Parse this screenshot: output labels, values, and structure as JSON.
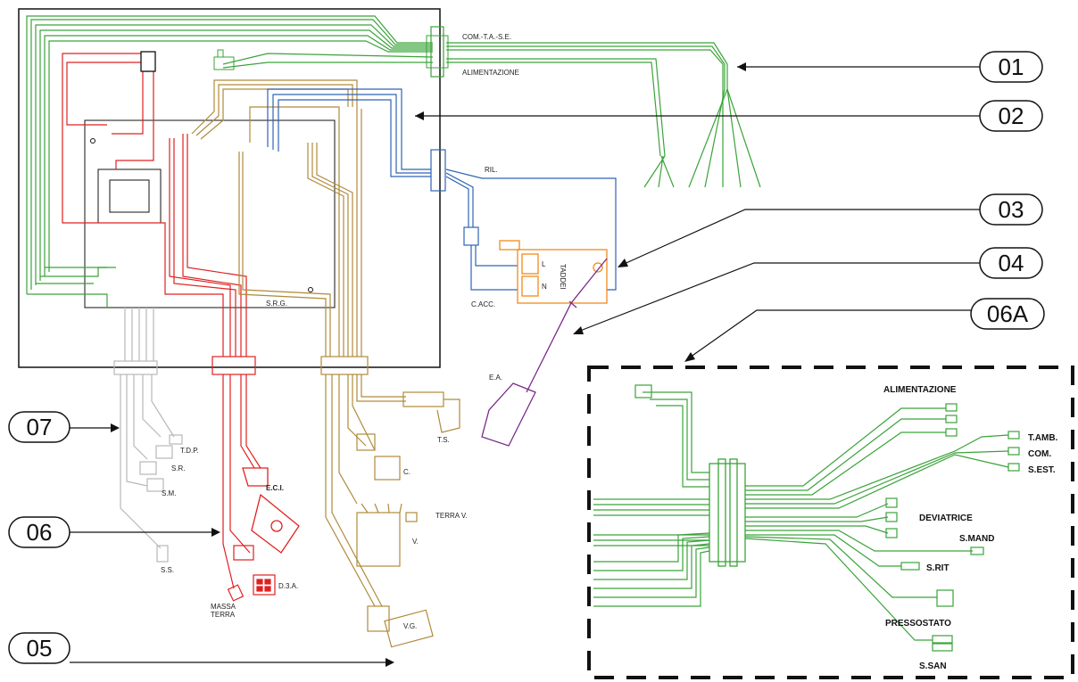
{
  "callouts": {
    "c01": "01",
    "c02": "02",
    "c03": "03",
    "c04": "04",
    "c06a": "06A",
    "c07": "07",
    "c06": "06",
    "c05": "05"
  },
  "labels": {
    "com_ta_se": "COM.-T.A.-S.E.",
    "alimentazione_top": "ALIMENTAZIONE",
    "ril": "RIL.",
    "c_acc": "C.ACC.",
    "srg": "S.R.G.",
    "ea": "E.A.",
    "ts": "T.S.",
    "c": "C.",
    "terra_v": "TERRA V.",
    "v": "V.",
    "vg": "V.G.",
    "eci": "E.C.I.",
    "d3a": "D.3.A.",
    "massa": "MASSA",
    "terra": "TERRA",
    "tdp": "T.D.P.",
    "sr": "S.R.",
    "sm": "S.M.",
    "ss": "S.S.",
    "taddei_relay": "TADDEI",
    "relay_l": "L",
    "relay_n": "N"
  },
  "detail": {
    "alimentazione": "ALIMENTAZIONE",
    "t_amb": "T.AMB.",
    "com": "COM.",
    "s_est": "S.EST.",
    "deviatrice": "DEVIATRICE",
    "s_mand": "S.MAND",
    "s_rit": "S.RIT",
    "pressostato": "PRESSOSTATO",
    "s_san": "S.SAN"
  },
  "colors": {
    "green": "#3aa33a",
    "blue": "#2e63b5",
    "brown": "#b08a3a",
    "red": "#e02020",
    "grey": "#b8b8b8",
    "orange": "#f08a1a",
    "purple": "#7a2a8a",
    "black": "#111111"
  }
}
